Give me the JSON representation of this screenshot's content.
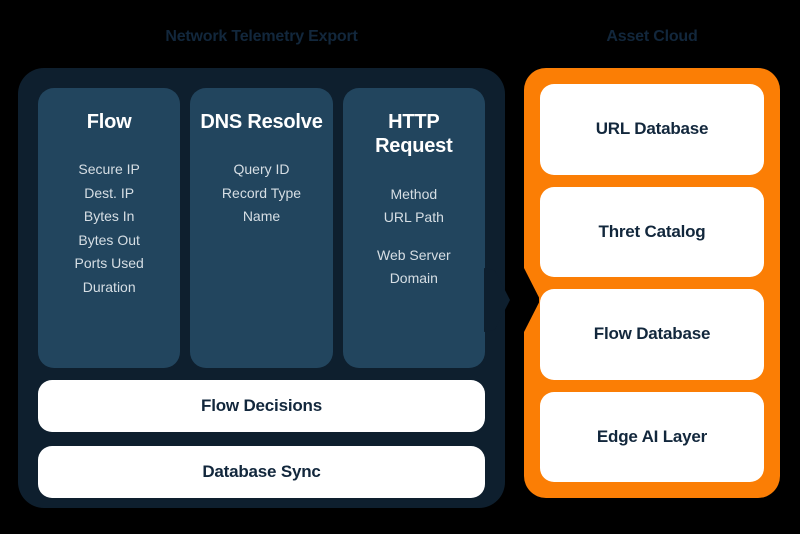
{
  "colors": {
    "background": "#000000",
    "panel_dark": "#0E1F2E",
    "card_navy": "#22455E",
    "accent_orange": "#FB7E05",
    "card_white": "#FFFFFF",
    "heading_navy": "#12273C",
    "body_text": "#D6DEE4"
  },
  "left_panel": {
    "title": "Network Telemetry Export",
    "cards": [
      {
        "title": "Flow",
        "items": [
          "Secure IP",
          "Dest. IP",
          "Bytes In",
          "Bytes Out",
          "Ports Used",
          "Duration"
        ]
      },
      {
        "title": "DNS Resolve",
        "items": [
          "Query ID",
          "Record Type",
          "Name"
        ]
      },
      {
        "title": "HTTP Request",
        "items": [
          "Method",
          "URL Path",
          "Web Server",
          "Domain"
        ]
      }
    ],
    "bars": [
      {
        "label": "Flow Decisions"
      },
      {
        "label": "Database Sync"
      }
    ]
  },
  "right_panel": {
    "title": "Asset Cloud",
    "cards": [
      {
        "label": "URL Database"
      },
      {
        "label": "Thret Catalog"
      },
      {
        "label": "Flow Database"
      },
      {
        "label": "Edge AI Layer"
      }
    ]
  },
  "connector": {
    "name": "arrow-right-icon",
    "direction": "left-to-right"
  }
}
